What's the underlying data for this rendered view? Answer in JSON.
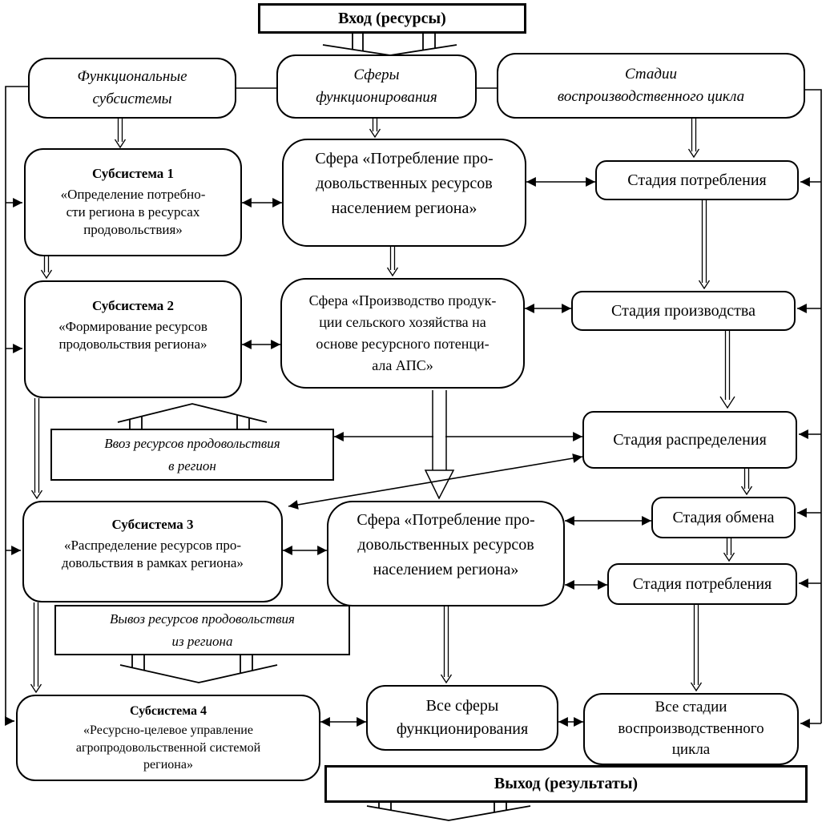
{
  "colors": {
    "line": "#000000",
    "background": "#ffffff"
  },
  "nodes": {
    "input": "Вход (ресурсы)",
    "output": "Выход (результаты)",
    "header_functional": "Функциональные\nсубсистемы",
    "header_spheres": "Сферы\nфункционирования",
    "header_stages": "Стадии\nвоспроизводственного цикла",
    "sub1": {
      "title": "Субсистема 1",
      "body": "«Определение потребно-\nсти региона в ресурсах\nпродовольствия»"
    },
    "sub2": {
      "title": "Субсистема 2",
      "body": "«Формирование ресурсов\nпродовольствия региона»"
    },
    "sub3": {
      "title": "Субсистема 3",
      "body": "«Распределение ресурсов про-\nдовольствия в рамках региона»"
    },
    "sub4": {
      "title": "Субсистема 4",
      "body": "«Ресурсно-целевое управление\nагропродовольственной системой\nрегиона»"
    },
    "sphere1": "Сфера «Потребление про-\nдовольственных ресурсов\nнаселением региона»",
    "sphere2": "Сфера «Производство продук-\nции сельского хозяйства на\nоснове ресурсного потенци-\nала АПС»",
    "sphere3": "Сфера «Потребление про-\nдовольственных ресурсов\nнаселением региона»",
    "all_spheres": "Все сферы\nфункционирования",
    "stage1": "Стадия потребления",
    "stage2": "Стадия производства",
    "stage3": "Стадия распределения",
    "stage4": "Стадия обмена",
    "stage5": "Стадия потребления",
    "all_stages": "Все стадии\nвоспроизводственного\nцикла",
    "import_flow": "Ввоз ресурсов продовольствия\nв регион",
    "export_flow": "Вывоз ресурсов продовольствия\nиз региона"
  }
}
